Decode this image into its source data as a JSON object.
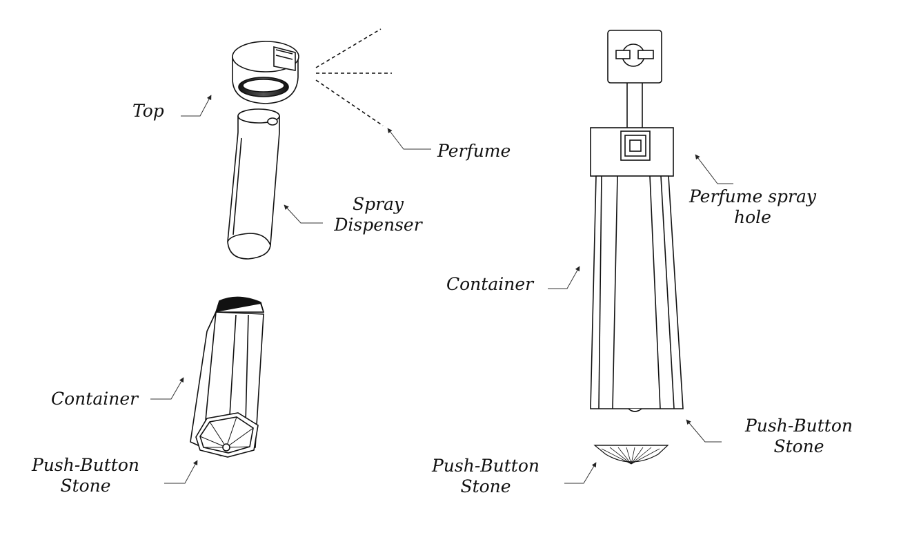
{
  "labels": {
    "top": "Top",
    "perfume": "Perfume",
    "spray_dispenser_line1": "Spray",
    "spray_dispenser_line2": "Dispenser",
    "container_left": "Container",
    "push_button_left_line1": "Push-Button",
    "push_button_left_line2": "Stone",
    "perfume_spray_hole_line1": "Perfume spray",
    "perfume_spray_hole_line2": "hole",
    "container_right": "Container",
    "push_button_right_line1": "Push-Button",
    "push_button_right_line2": "Stone",
    "push_button_bottom_line1": "Push-Button",
    "push_button_bottom_line2": "Stone"
  }
}
